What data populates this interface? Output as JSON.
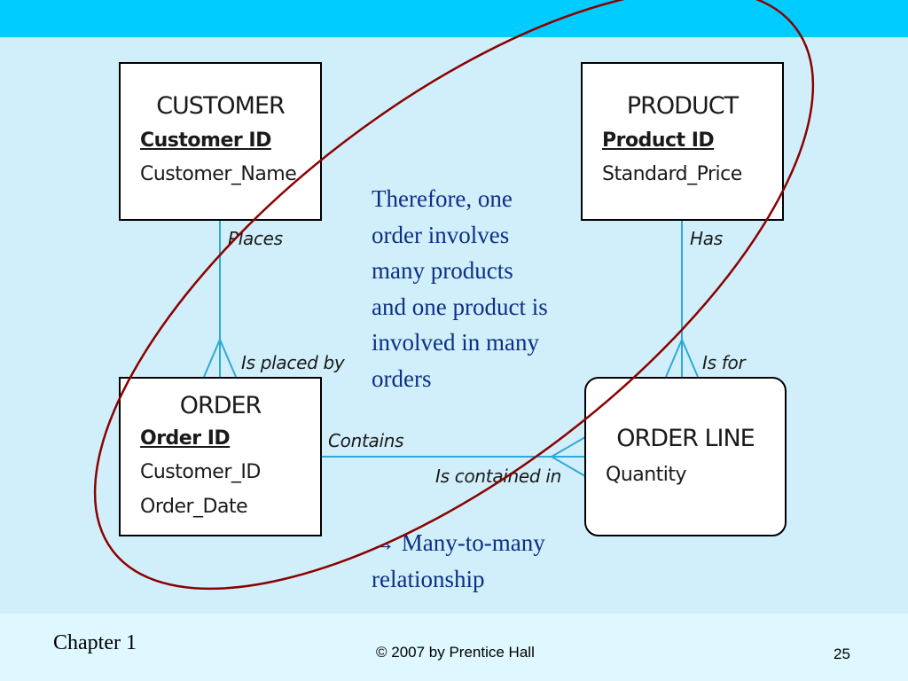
{
  "entities": {
    "customer": {
      "title": "CUSTOMER",
      "key": "Customer ID",
      "attributes": [
        "Customer_Name"
      ]
    },
    "product": {
      "title": "PRODUCT",
      "key": "Product ID",
      "attributes": [
        "Standard_Price"
      ]
    },
    "order": {
      "title": "ORDER",
      "key": "Order ID",
      "attributes": [
        "Customer_ID",
        "Order_Date"
      ]
    },
    "order_line": {
      "title": "ORDER LINE",
      "attributes": [
        "Quantity"
      ]
    }
  },
  "relationships": {
    "places": "Places",
    "is_placed_by": "Is placed by",
    "has": "Has",
    "is_for": "Is for",
    "contains": "Contains",
    "is_contained_in": "Is contained in"
  },
  "explanation": {
    "lines": [
      "Therefore, one",
      "order involves",
      "many products",
      "and one product is",
      "involved in many",
      "orders"
    ]
  },
  "conclusion": {
    "arrow": "→",
    "line1": "Many-to-many",
    "line2": "relationship"
  },
  "footer": {
    "chapter": "Chapter 1",
    "copyright": "© 2007 by Prentice Hall",
    "page_number": "25"
  },
  "colors": {
    "title_bar": "#00ccff",
    "background": "#d0effa",
    "connector": "#2ea8d8",
    "highlight_ellipse": "#8b0000",
    "note_text": "#0d2f86"
  }
}
